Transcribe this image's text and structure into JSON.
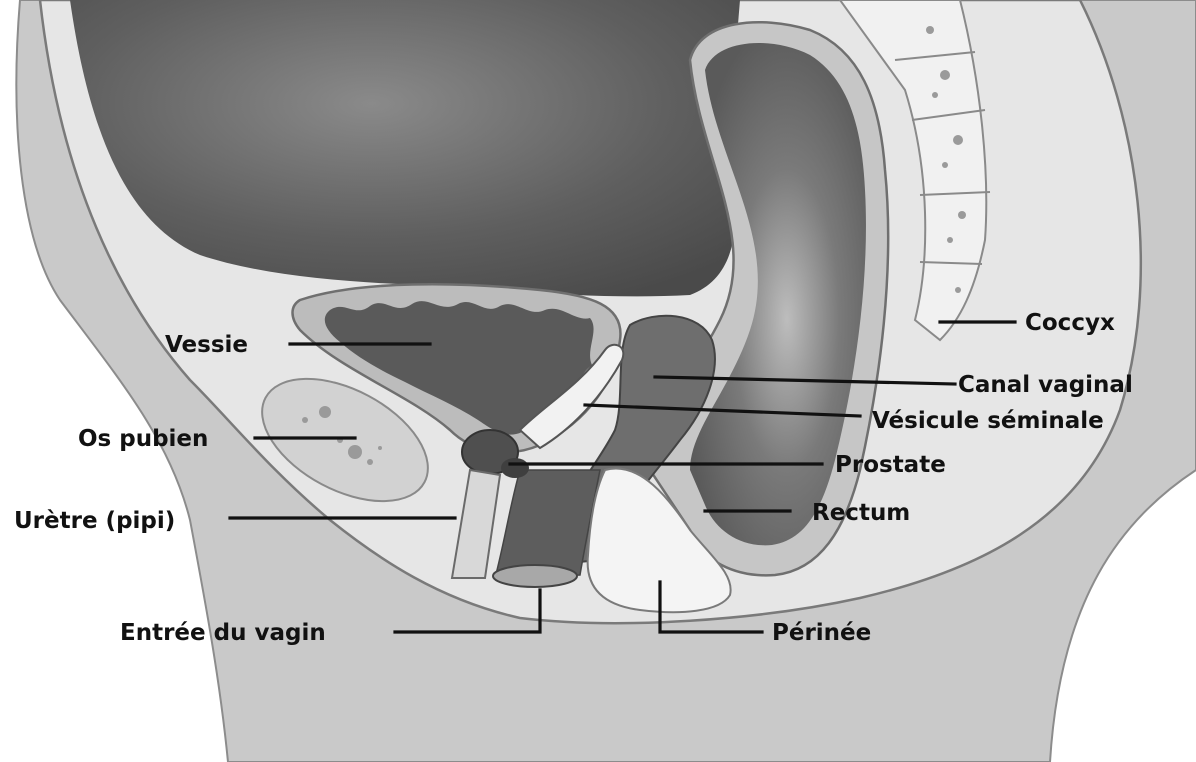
{
  "labels": {
    "vessie": "Vessie",
    "os_pubien": "Os pubien",
    "uretre": "Urètre (pipi)",
    "entree_vagin": "Entrée du vagin",
    "perinee": "Périnée",
    "rectum": "Rectum",
    "prostate": "Prostate",
    "vesicule_seminale": "Vésicule séminale",
    "canal_vaginal": "Canal vaginal",
    "coccyx": "Coccyx"
  }
}
